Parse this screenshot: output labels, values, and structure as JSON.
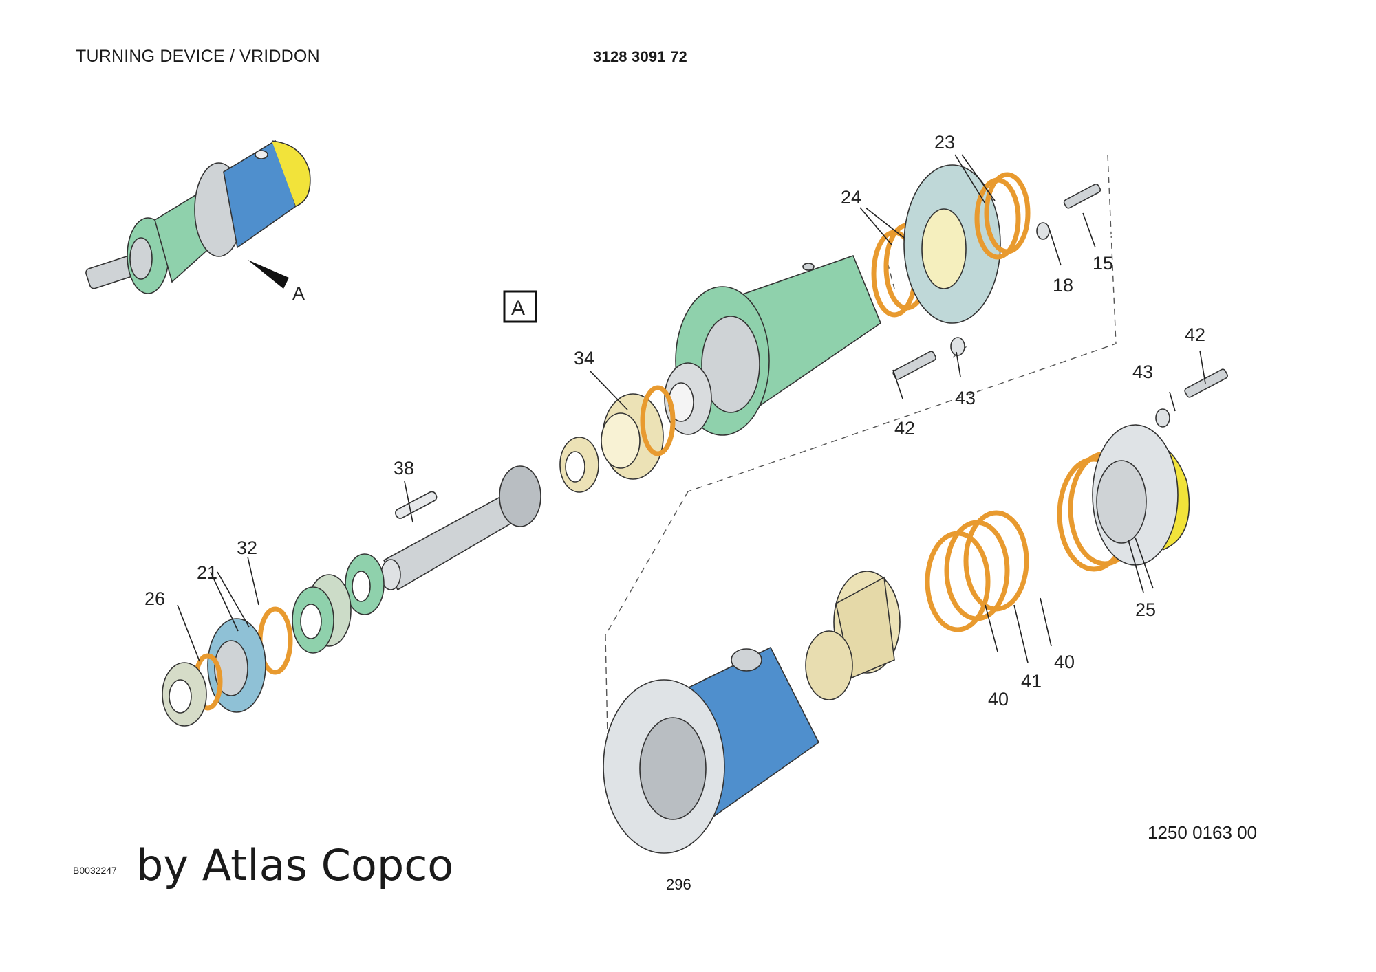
{
  "header": {
    "title": "TURNING DEVICE / VRIDDON",
    "part_number": "3128 3091 72"
  },
  "diagram": {
    "view_label": "A",
    "detail_marker": "A",
    "callouts": {
      "c15": "15",
      "c18": "18",
      "c21": "21",
      "c23": "23",
      "c24": "24",
      "c25": "25",
      "c26": "26",
      "c32": "32",
      "c34": "34",
      "c38": "38",
      "c40a": "40",
      "c40b": "40",
      "c41": "41",
      "c42a": "42",
      "c42b": "42",
      "c43a": "43",
      "c43b": "43"
    },
    "colors": {
      "housing_blue": "#4f8fcd",
      "housing_green": "#8fd1ac",
      "seal_orange": "#e89a2f",
      "flange_yellow": "#f2e33a",
      "bushing_cream": "#ece2b6",
      "steel_grey": "#cfd3d6"
    }
  },
  "footer": {
    "drawing_number": "1250 0163 00",
    "doc_code": "B0032247",
    "brand": "by Atlas Copco",
    "page": "296"
  }
}
